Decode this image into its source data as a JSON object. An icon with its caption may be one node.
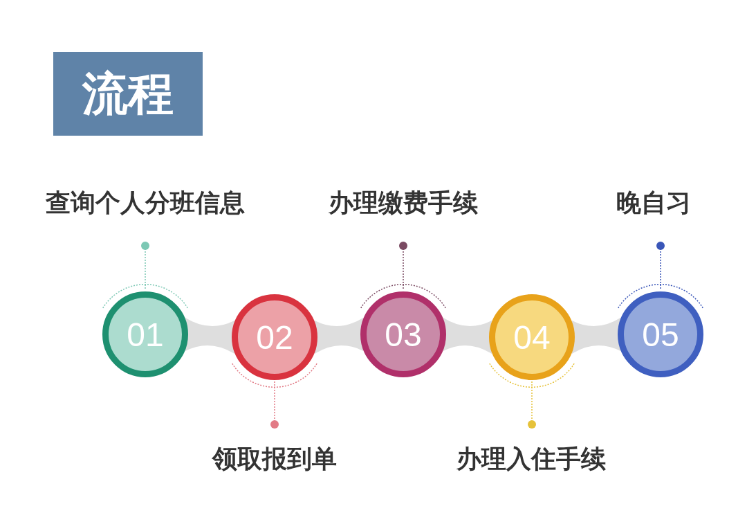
{
  "diagram": {
    "title": "流程",
    "nodes": [
      {
        "text": [
          "查询个人分班信息"
        ]
      },
      {
        "text": [
          "办理缴费手续"
        ]
      },
      {
        "text": [
          "晚自习"
        ]
      },
      {
        "text": [
          "01"
        ]
      },
      {
        "text": [
          "02"
        ]
      },
      {
        "text": [
          "03"
        ]
      },
      {
        "text": [
          "04"
        ]
      },
      {
        "text": [
          "05"
        ]
      },
      {
        "text": [
          "领取报到单"
        ]
      },
      {
        "text": [
          "办理入住手续"
        ]
      }
    ],
    "edges": [
      {
        "from": 3,
        "to": 4,
        "arrow": "none",
        "style": "thick",
        "color": "#dedede"
      },
      {
        "from": 4,
        "to": 5,
        "arrow": "none",
        "style": "thick",
        "color": "#dedede"
      },
      {
        "from": 5,
        "to": 6,
        "arrow": "none",
        "style": "thick",
        "color": "#dedede"
      },
      {
        "from": 6,
        "to": 7,
        "arrow": "none",
        "style": "thick",
        "color": "#dedede"
      },
      {
        "from": 0,
        "to": 3,
        "arrow": "other",
        "style": "dashed",
        "color": "#7cc8b4"
      },
      {
        "from": 8,
        "to": 4,
        "arrow": "other",
        "style": "dashed",
        "color": "#e27a85"
      },
      {
        "from": 1,
        "to": 5,
        "arrow": "other",
        "style": "dashed",
        "color": "#7a4a62"
      },
      {
        "from": 9,
        "to": 6,
        "arrow": "other",
        "style": "dashed",
        "color": "#e6c23a"
      },
      {
        "from": 2,
        "to": 7,
        "arrow": "other",
        "style": "dashed",
        "color": "#3a56b8"
      }
    ]
  }
}
